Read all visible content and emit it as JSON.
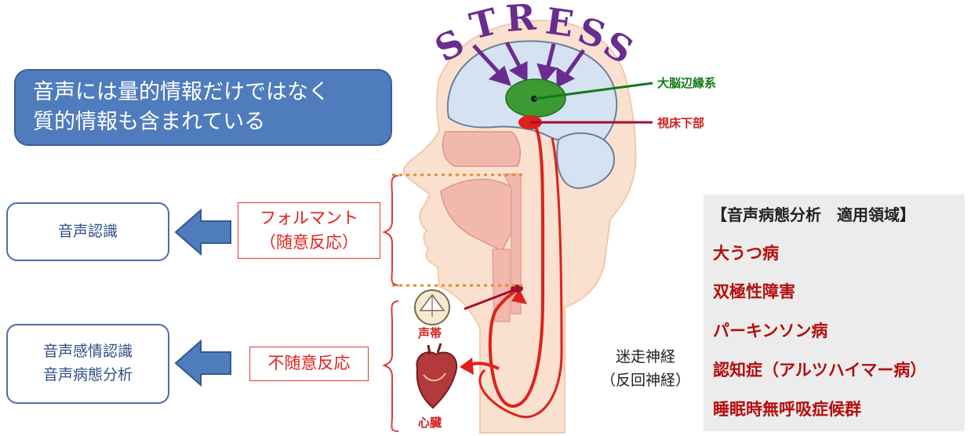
{
  "banner": {
    "line1": "音声には量的情報だけではなく",
    "line2": "質的情報も含まれている"
  },
  "stress_letters": [
    "S",
    "T",
    "R",
    "E",
    "S",
    "S"
  ],
  "brain_labels": {
    "limbic": "大脳辺縁系",
    "hypothalamus": "視床下部"
  },
  "voice_recognition": "音声認識",
  "formant": {
    "line1": "フォルマント",
    "line2": "（随意反応）"
  },
  "emotion_box": {
    "line1": "音声感情認識",
    "line2": "音声病態分析"
  },
  "involuntary": "不随意反応",
  "organs": {
    "vocal_cords": "声帯",
    "heart": "心臓"
  },
  "vagus": {
    "line1": "迷走神経",
    "line2": "（反回神経）"
  },
  "panel": {
    "title": "【音声病態分析　適用領域】",
    "items": [
      "大うつ病",
      "双極性障害",
      "パーキンソン病",
      "認知症（アルツハイマー病）",
      "睡眠時無呼吸症候群"
    ]
  },
  "colors": {
    "banner": "#4f7cbd",
    "stress": "#6a2c8f",
    "limbic": "#3c9a33",
    "hypothalamus": "#e0201c",
    "disease": "#b50d0d",
    "skin": "#fae1cf"
  }
}
